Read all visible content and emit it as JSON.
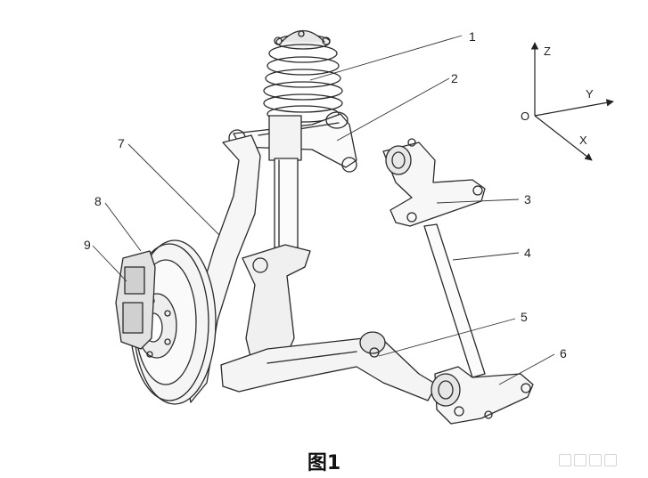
{
  "caption": "图1",
  "axes": {
    "z": "Z",
    "y": "Y",
    "x": "X",
    "origin": "O"
  },
  "callouts": [
    "1",
    "2",
    "3",
    "4",
    "5",
    "6",
    "7",
    "8",
    "9"
  ],
  "colors": {
    "stroke": "#2a2a2a",
    "shade": "#bdbdbd",
    "background": "#ffffff"
  }
}
